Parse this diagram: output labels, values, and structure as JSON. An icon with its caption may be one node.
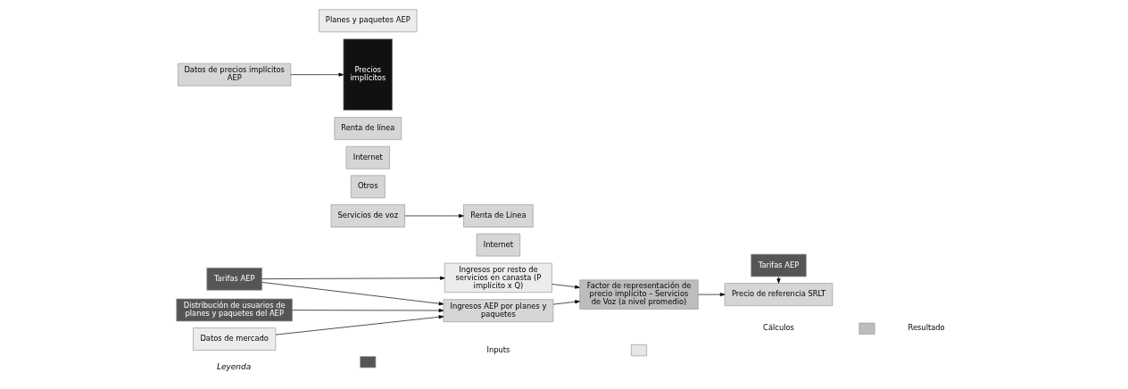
{
  "diagram": {
    "nodes": [
      {
        "text": [
          "Datos de mercado"
        ]
      },
      {
        "text": [
          "Distribución de usuarios de planes y paquetes del AEP"
        ]
      },
      {
        "text": [
          "Tarifas AEP"
        ]
      },
      {
        "text": [
          "Ingresos AEP por planes y paquetes"
        ]
      },
      {
        "text": [
          "Planes y paquetes AEP"
        ]
      },
      {
        "text": [
          "Datos de precios implícitos AEP"
        ]
      },
      {
        "text": [
          "Precios implícitos"
        ]
      },
      {
        "text": [
          "Renta de línea"
        ]
      },
      {
        "text": [
          "Servicios de voz"
        ]
      },
      {
        "text": [
          "Internet"
        ]
      },
      {
        "text": [
          "Otros"
        ]
      },
      {
        "text": [
          "Ingresos por resto de servicios en canasta (P implícito x Q)"
        ]
      },
      {
        "text": [
          "Renta de Línea"
        ]
      },
      {
        "text": [
          "Internet"
        ]
      },
      {
        "text": [
          "Factor de representación de precio implícito – Servicios de Voz (a nivel promedio)"
        ]
      },
      {
        "text": [
          "Tarifas AEP"
        ]
      },
      {
        "text": [
          "Precio de referencia SRLT"
        ]
      }
    ],
    "edges": [
      {
        "from": 0,
        "to": 3,
        "arrow": "to"
      },
      {
        "from": 1,
        "to": 3,
        "arrow": "to"
      },
      {
        "from": 2,
        "to": 3,
        "arrow": "to"
      },
      {
        "from": 2,
        "to": 11,
        "arrow": "to"
      },
      {
        "from": 5,
        "to": 6,
        "arrow": "to"
      },
      {
        "from": 8,
        "to": 12,
        "arrow": "to"
      },
      {
        "from": 3,
        "to": 14,
        "arrow": "to"
      },
      {
        "from": 11,
        "to": 14,
        "arrow": "to"
      },
      {
        "from": 14,
        "to": 16,
        "arrow": "to"
      },
      {
        "from": 15,
        "to": 16,
        "arrow": "to"
      }
    ],
    "labels": [
      "Leyenda"
    ],
    "legend": [
      {
        "text": "Inputs",
        "color": "#555555"
      },
      {
        "text": "Cálculos",
        "color": "#e6e6e6"
      },
      {
        "text": "Resultado",
        "color": "#bdbdbd"
      }
    ]
  }
}
